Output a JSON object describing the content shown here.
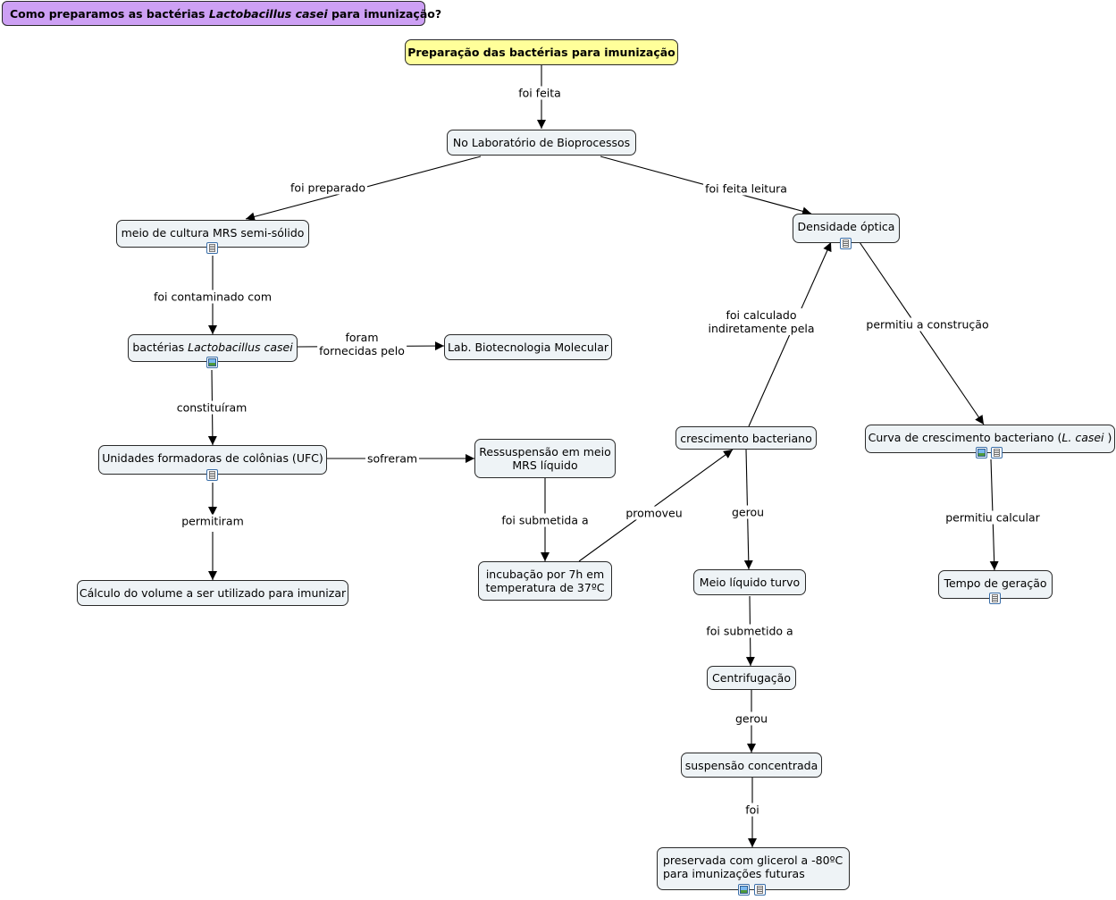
{
  "map": {
    "title": {
      "before": "Como preparamos as bactérias ",
      "italic": "Lactobacillus casei",
      "after": " para imunização?"
    },
    "nodes": {
      "root": "Preparação das bactérias para imunização",
      "lab": "No Laboratório de Bioprocessos",
      "mrs": "meio de cultura MRS semi-sólido",
      "bact": {
        "before": "bactérias ",
        "italic": "Lactobacillus casei",
        "after": ""
      },
      "labbio": "Lab. Biotecnologia Molecular",
      "ufc": "Unidades formadoras de colônias (UFC)",
      "calc": "Cálculo do volume a ser utilizado para imunizar",
      "ress_1": "Ressuspensão em meio",
      "ress_2": "MRS líquido",
      "incub_1": "incubação por 7h em",
      "incub_2": "temperatura de 37ºC",
      "dens": "Densidade óptica",
      "cresc": "crescimento bacteriano",
      "curva": {
        "before": "Curva de crescimento bacteriano (",
        "italic": "L. casei",
        "after": " )"
      },
      "tempo": "Tempo de geração",
      "turvo": "Meio líquido turvo",
      "centr": "Centrifugação",
      "susp": "suspensão concentrada",
      "pres_1": "preservada com glicerol a -80ºC",
      "pres_2": "para imunizações futuras"
    },
    "links": {
      "foi_feita": "foi feita",
      "foi_preparado": "foi preparado",
      "foi_feita_leitura": "foi feita leitura",
      "foi_contaminado_com": "foi contaminado com",
      "foram_1": "foram",
      "foram_2": "fornecidas pelo",
      "constituiram": "constituíram",
      "sofreram": "sofreram",
      "permitiram": "permitiram",
      "foi_submetida_a": "foi submetida a",
      "promoveu": "promoveu",
      "foi_calculado_1": "foi calculado",
      "foi_calculado_2": "indiretamente pela",
      "permitiu_construcao": "permitiu a construção",
      "gerou_1": "gerou",
      "permitiu_calcular": "permitiu calcular",
      "foi_submetido_a": "foi submetido a",
      "gerou_2": "gerou",
      "foi": "foi"
    },
    "icons": {
      "mrs": [
        "document-icon"
      ],
      "bact": [
        "image-icon"
      ],
      "ufc": [
        "document-icon"
      ],
      "dens": [
        "document-icon"
      ],
      "curva": [
        "image-icon",
        "document-icon"
      ],
      "tempo": [
        "document-icon"
      ],
      "pres": [
        "image-icon",
        "document-icon"
      ]
    },
    "colors": {
      "title_bg": "#cda0f4",
      "root_bg": "#ffff9a",
      "node_bg": "#eef3f6"
    }
  }
}
